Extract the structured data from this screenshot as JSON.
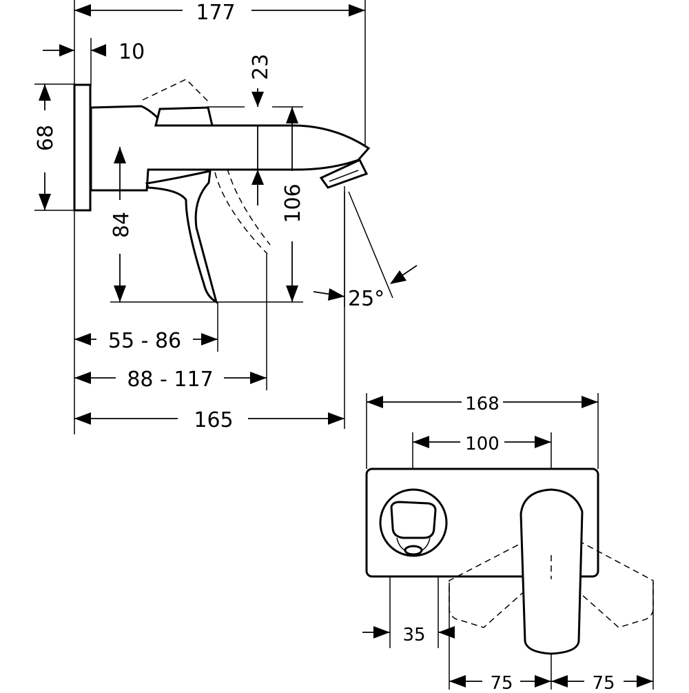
{
  "side_view": {
    "dim_total_depth": "177",
    "dim_plate_thickness": "10",
    "dim_plate_height": "68",
    "dim_handle_height": "23",
    "dim_outlet_height": "106",
    "dim_lever_height": "84",
    "dim_lever_reach": "55 - 86",
    "dim_lever_reach_open": "88 - 117",
    "dim_spout_projection": "165",
    "dim_spray_angle": "25°"
  },
  "front_view": {
    "dim_plate_width": "168",
    "dim_center_distance": "100",
    "dim_outlet_offset": "35",
    "dim_lever_swing_left": "75",
    "dim_lever_swing_right": "75"
  }
}
